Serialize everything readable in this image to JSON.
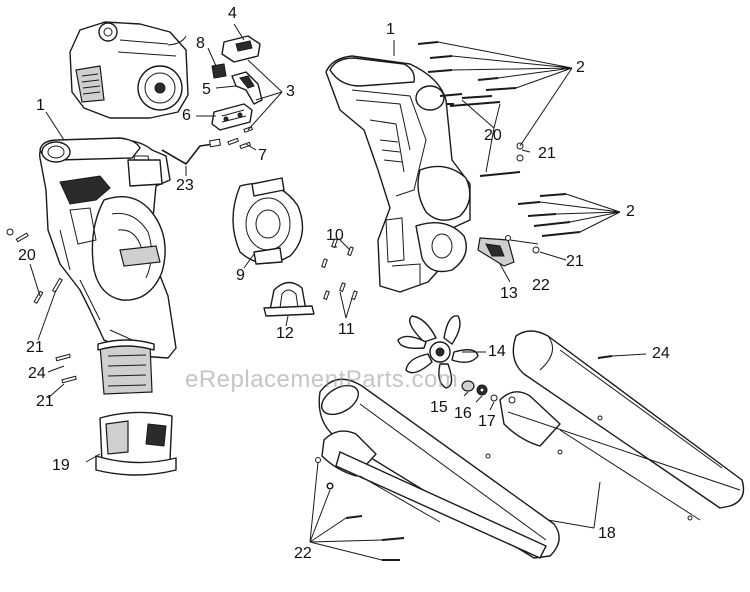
{
  "diagram": {
    "watermark": "eReplacementParts.com",
    "labels": {
      "l1a": "1",
      "l1b": "1",
      "l2a": "2",
      "l2b": "2",
      "l3": "3",
      "l4": "4",
      "l5": "5",
      "l6": "6",
      "l7": "7",
      "l8": "8",
      "l9": "9",
      "l10": "10",
      "l11": "11",
      "l12": "12",
      "l13": "13",
      "l14": "14",
      "l15": "15",
      "l16": "16",
      "l17": "17",
      "l18": "18",
      "l19": "19",
      "l20a": "20",
      "l20b": "20",
      "l21a": "21",
      "l21b": "21",
      "l21c": "21",
      "l21d": "21",
      "l22a": "22",
      "l22b": "22",
      "l23": "23",
      "l24a": "24",
      "l24b": "24"
    }
  }
}
